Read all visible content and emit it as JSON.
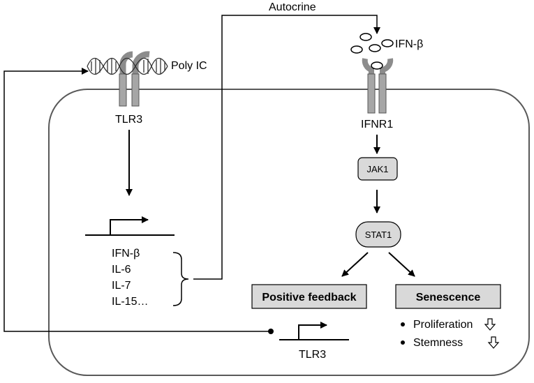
{
  "labels": {
    "autocrine": "Autocrine",
    "poly_ic": "Poly IC",
    "ifn_b_top": "IFN-β",
    "tlr3_receptor": "TLR3",
    "ifnr1": "IFNR1",
    "jak1": "JAK1",
    "stat1": "STAT1",
    "cytokines": [
      "IFN-β",
      "IL-6",
      "IL-7",
      "IL-15…"
    ],
    "positive_feedback": "Positive feedback",
    "senescence": "Senescence",
    "proliferation": "Proliferation",
    "stemness": "Stemness",
    "tlr3_gene": "TLR3"
  },
  "colors": {
    "receptor_fill": "#a6a6a6",
    "box_fill": "#d9d9d9",
    "line": "#000000",
    "cell_border": "#595959"
  },
  "icons": {
    "bullet": "bullet-dot-icon",
    "decrease": "down-arrow-outline-icon"
  }
}
